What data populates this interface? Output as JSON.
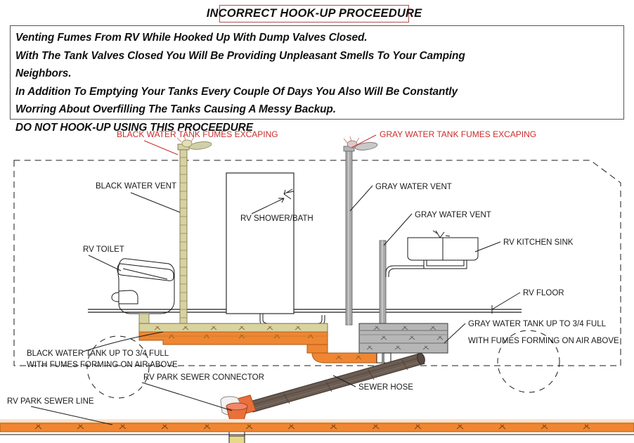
{
  "header": {
    "title": "INCORRECT HOOK-UP PROCEEDURE",
    "title_border_color": "#b05050",
    "notice_lines": [
      "Venting Fumes From RV While Hooked Up With Dump Valves Closed.",
      "With The Tank Valves Closed You Will Be Providing Unpleasant Smells To Your Camping",
      "Neighbors.",
      " In Addition To Emptying Your Tanks Every Couple Of Days You Also Will Be Constantly",
      "Worring About Overfilling The Tanks Causing A Messy Backup.",
      "DO NOT HOOK-UP USING THIS PROCEEDURE"
    ]
  },
  "diagram": {
    "colors": {
      "warning_red": "#cc2b2b",
      "label_black": "#1a1a1a",
      "black_tank_body": "#f08632",
      "black_tank_air": "#d9d3a0",
      "gray_tank_body": "#b6b6b6",
      "vent_black_pipe": "#d8d2a2",
      "vent_gray_pipe": "#a9a9a9",
      "sewer_hose": "#6b5c52",
      "sewer_line": "#f08632",
      "connector_orange": "#e8703a"
    },
    "labels": {
      "black_fumes": "BLACK WATER TANK FUMES EXCAPING",
      "gray_fumes": "GRAY WATER TANK FUMES EXCAPING",
      "black_vent": "BLACK WATER VENT",
      "gray_vent_top": "GRAY WATER VENT",
      "gray_vent_lower": "GRAY WATER VENT",
      "rv_toilet": "RV TOILET",
      "rv_shower": "RV SHOWER/BATH",
      "rv_kitchen_sink": "RV KITCHEN SINK",
      "rv_floor": "RV FLOOR",
      "black_tank_line1": "BLACK WATER TANK UP TO 3/4 FULL",
      "black_tank_line2": "WITH FUMES FORMING ON AIR ABOVE",
      "gray_tank_line1": "GRAY WATER TANK UP TO 3/4 FULL",
      "gray_tank_line2": "WITH FUMES FORMING ON AIR ABOVE",
      "sewer_connector": "RV PARK SEWER CONNECTOR",
      "sewer_hose": "SEWER HOSE",
      "sewer_line": "RV PARK SEWER LINE"
    }
  }
}
